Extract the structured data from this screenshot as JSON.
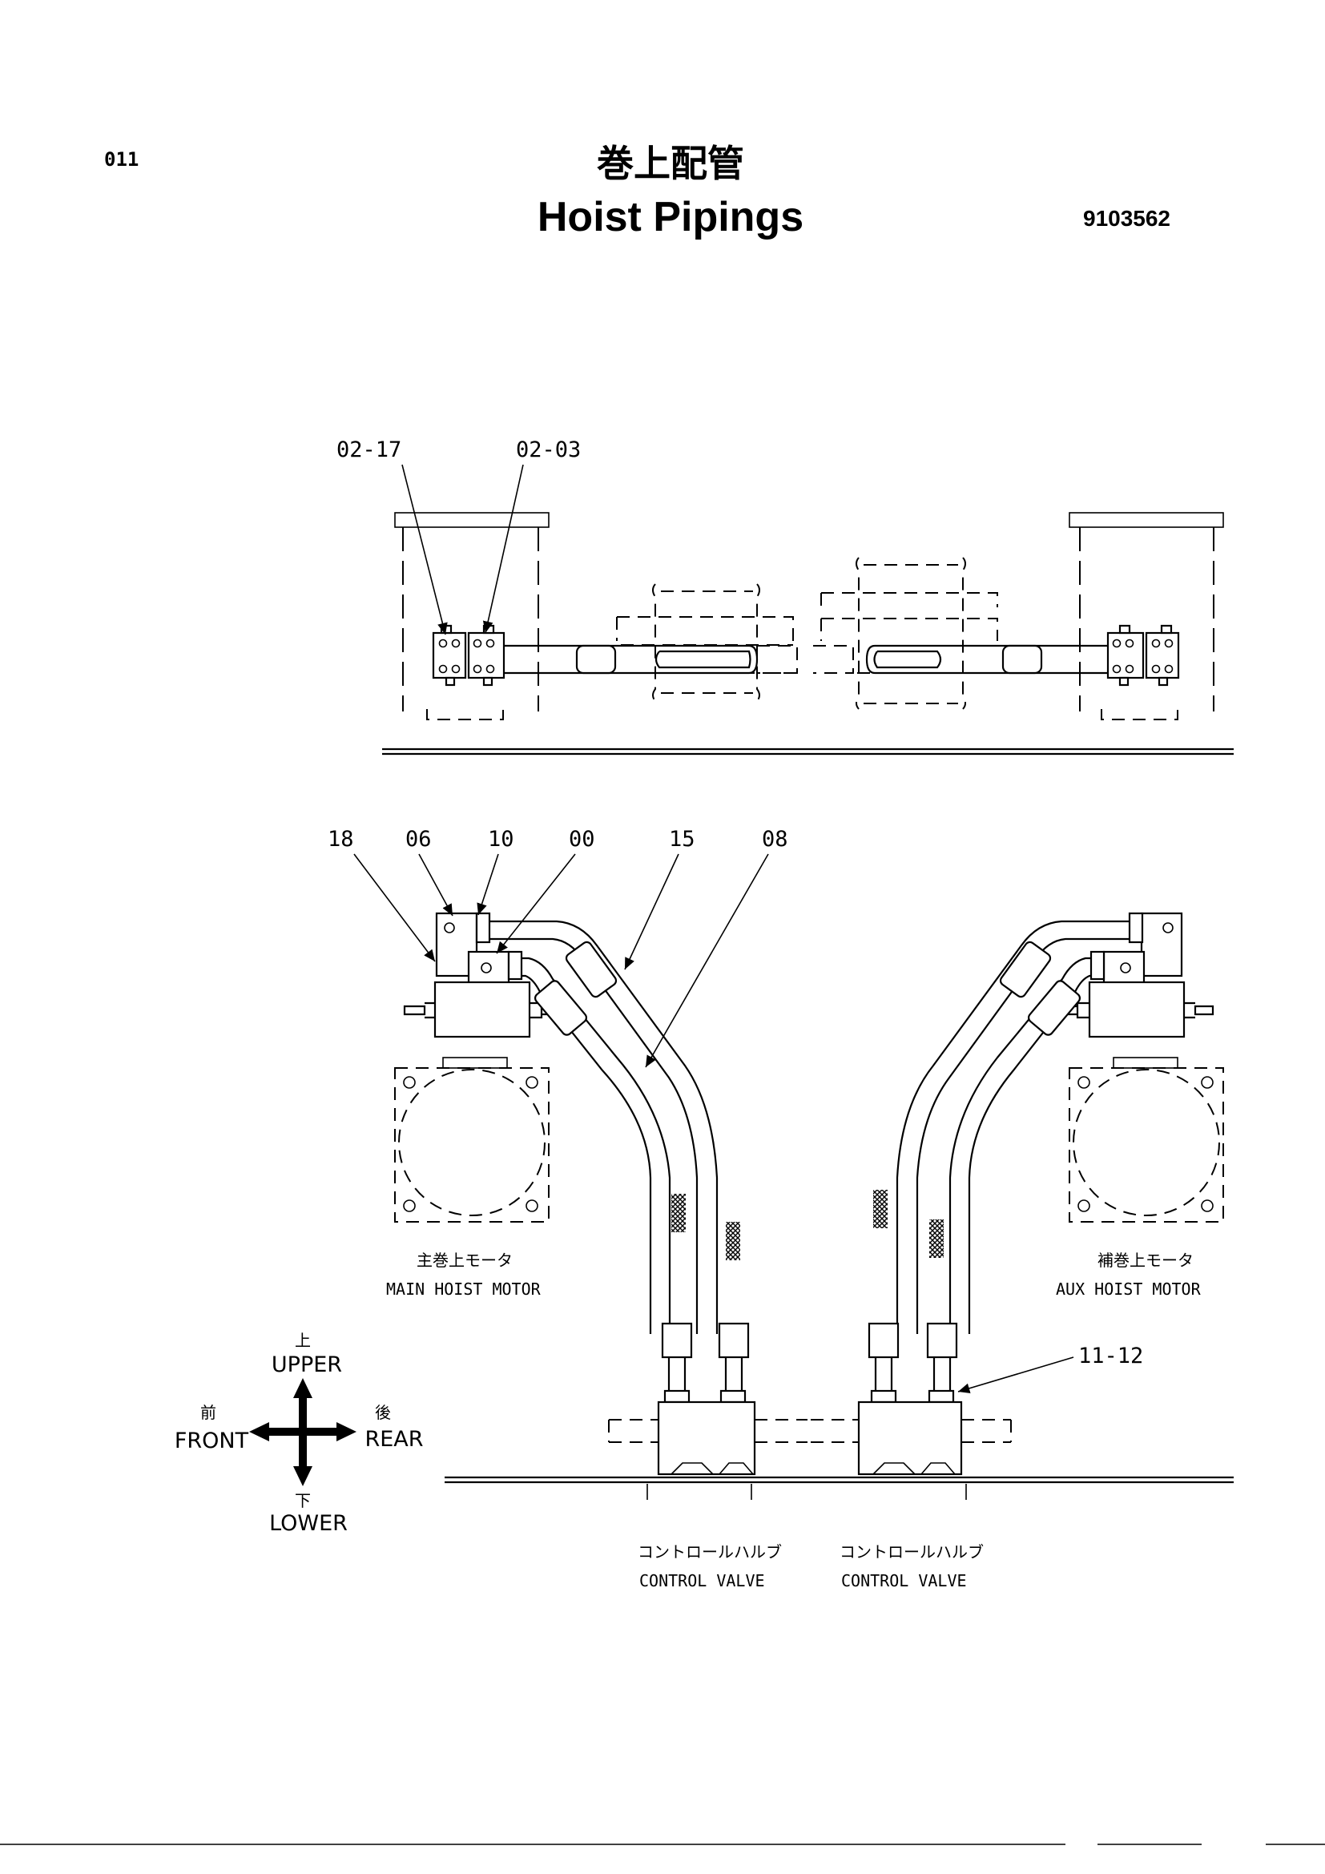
{
  "page_number": "011",
  "title_jp": "巻上配管",
  "title_en": "Hoist  Pipings",
  "drawing_number": "9103562",
  "callouts": {
    "top_left": "02-17",
    "top_right": "02-03",
    "c18": "18",
    "c06": "06",
    "c10": "10",
    "c00": "00",
    "c15": "15",
    "c08": "08",
    "c11_12": "11-12"
  },
  "components": {
    "main_motor_jp": "主巻上モータ",
    "main_motor_en": "MAIN HOIST MOTOR",
    "aux_motor_jp": "補巻上モータ",
    "aux_motor_en": "AUX  HOIST MOTOR",
    "valve_left_jp": "コントロールハルブ",
    "valve_left_en": "CONTROL VALVE",
    "valve_right_jp": "コントロールハルブ",
    "valve_right_en": "CONTROL VALVE"
  },
  "directions": {
    "upper_jp": "上",
    "upper_en": "UPPER",
    "front_jp": "前",
    "front_en": "FRONT",
    "rear_jp": "後",
    "rear_en": "REAR",
    "lower_jp": "下",
    "lower_en": "LOWER"
  }
}
